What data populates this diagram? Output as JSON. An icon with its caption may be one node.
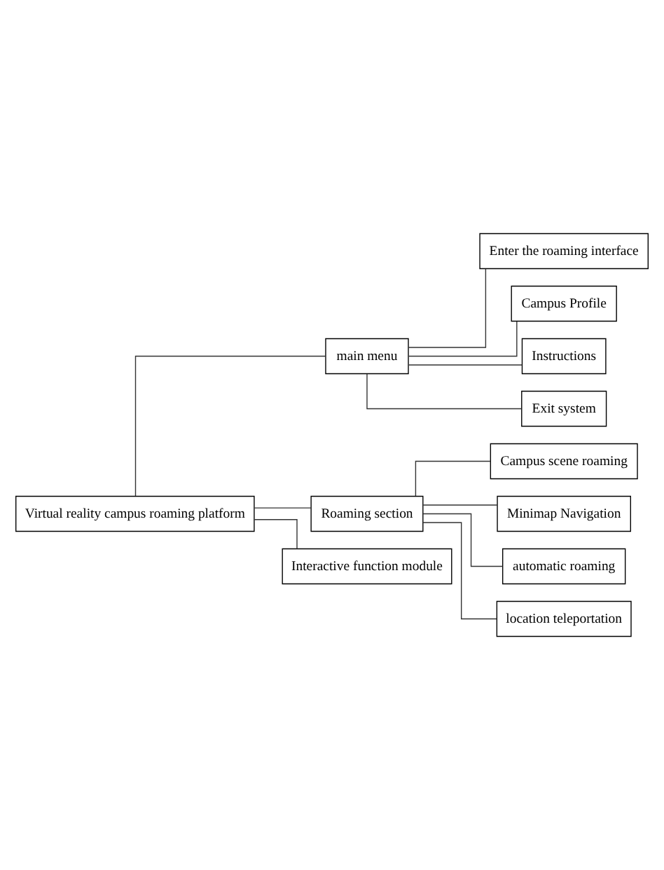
{
  "diagram": {
    "nodes": [
      {
        "text": [
          "Virtual reality campus roaming platform"
        ]
      },
      {
        "text": [
          "main menu"
        ]
      },
      {
        "text": [
          "Enter the roaming interface"
        ]
      },
      {
        "text": [
          "Campus Profile"
        ]
      },
      {
        "text": [
          "Instructions"
        ]
      },
      {
        "text": [
          "Exit system"
        ]
      },
      {
        "text": [
          "Roaming section"
        ]
      },
      {
        "text": [
          "Campus scene roaming"
        ]
      },
      {
        "text": [
          "Minimap Navigation"
        ]
      },
      {
        "text": [
          "automatic roaming"
        ]
      },
      {
        "text": [
          "location teleportation"
        ]
      },
      {
        "text": [
          "Interactive function module"
        ]
      }
    ],
    "edges": [
      {
        "from": 0,
        "to": 1,
        "arrow": "none"
      },
      {
        "from": 1,
        "to": 2,
        "arrow": "none"
      },
      {
        "from": 1,
        "to": 3,
        "arrow": "none"
      },
      {
        "from": 1,
        "to": 4,
        "arrow": "none"
      },
      {
        "from": 1,
        "to": 5,
        "arrow": "none"
      },
      {
        "from": 0,
        "to": 6,
        "arrow": "none"
      },
      {
        "from": 6,
        "to": 7,
        "arrow": "none"
      },
      {
        "from": 6,
        "to": 8,
        "arrow": "none"
      },
      {
        "from": 6,
        "to": 9,
        "arrow": "none"
      },
      {
        "from": 6,
        "to": 10,
        "arrow": "none"
      },
      {
        "from": 0,
        "to": 11,
        "arrow": "none"
      }
    ]
  }
}
